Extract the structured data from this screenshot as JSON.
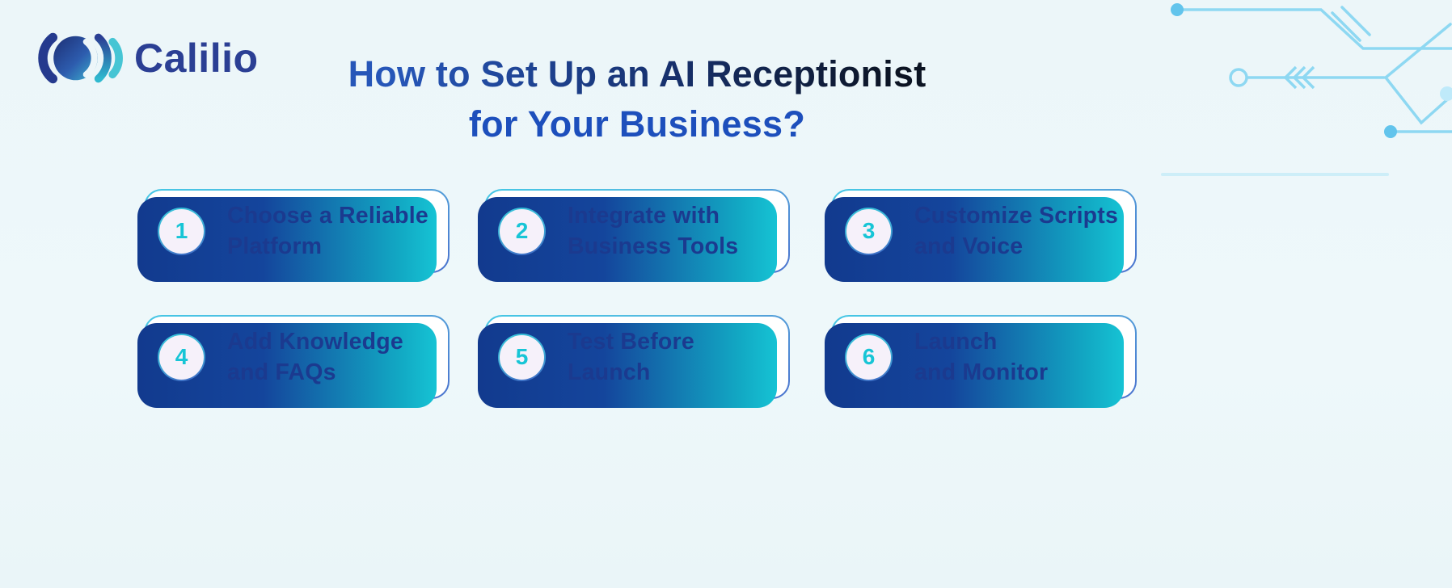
{
  "logo": {
    "brand": "Calilio"
  },
  "title": {
    "line1": "How to Set Up an AI Receptionist",
    "line2": "for Your Business?"
  },
  "steps": [
    {
      "number": "1",
      "line1": "Choose a Reliable",
      "line2": "Platform"
    },
    {
      "number": "2",
      "line1": "Integrate with",
      "line2": "Business Tools"
    },
    {
      "number": "3",
      "line1": "Customize Scripts",
      "line2": "and Voice"
    },
    {
      "number": "4",
      "line1": "Add Knowledge",
      "line2": "and FAQs"
    },
    {
      "number": "5",
      "line1": "Test Before",
      "line2": "Launch"
    },
    {
      "number": "6",
      "line1": "Launch",
      "line2": "and Monitor"
    }
  ],
  "colors": {
    "background": "#edf6f9",
    "brand_indigo": "#2b3f94",
    "title_blue": "#1d4fbc",
    "title_dark": "#0c1423",
    "card_text_navy": "#1b3a8f",
    "step_number_teal": "#17c5d6",
    "shadow_navy": "#123a8e",
    "shadow_teal": "#16c3d4",
    "circuit_light_blue": "#8ed8f2"
  },
  "icons": {
    "logo_mark": "calilio-soundwave-logo",
    "decoration": "circuit-board-lines"
  }
}
